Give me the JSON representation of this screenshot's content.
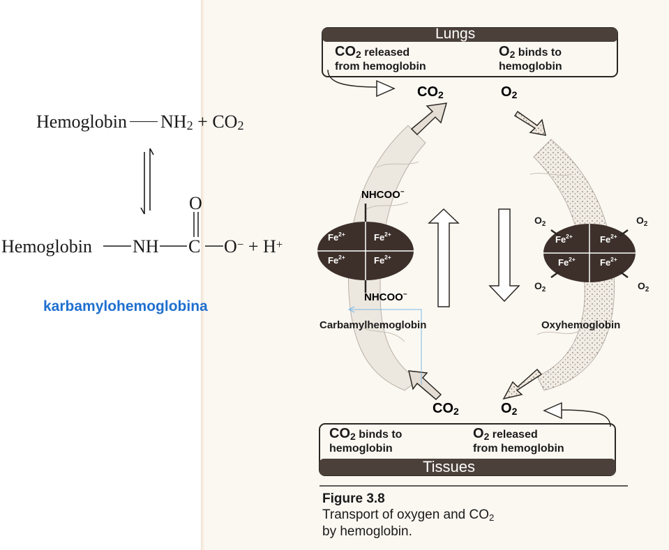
{
  "equation": {
    "top": {
      "molecule": "Hemoglobin",
      "amine": "NH",
      "amine_sub": "2",
      "plus": "+ CO",
      "co2_sub": "2"
    },
    "bottom": {
      "molecule": "Hemoglobin",
      "nh": "NH",
      "carbon": "C",
      "oxygen_top": "O",
      "o_minus": "O",
      "minus": "−",
      "plus_h": "+ H",
      "h_charge": "+"
    },
    "label": "karbamylohemoglobina",
    "label_color": "#1f6fcf"
  },
  "figure": {
    "lungs": {
      "title": "Lungs",
      "left_line1_a": "CO",
      "left_line1_sub": "2",
      "left_line1_b": " released",
      "left_line2": "from hemoglobin",
      "right_line1_a": "O",
      "right_line1_sub": "2",
      "right_line1_b": " binds to",
      "right_line2": "hemoglobin"
    },
    "top_co2": "CO",
    "top_co2_sub": "2",
    "top_o2": "O",
    "top_o2_sub": "2",
    "carb": {
      "group_top": "NHCOO",
      "group_top_charge": "−",
      "group_bottom": "NHCOO",
      "group_bottom_charge": "−",
      "fe": [
        "Fe",
        "Fe",
        "Fe",
        "Fe"
      ],
      "fe_charge": "2+",
      "name": "Carbamylhemoglobin"
    },
    "oxy": {
      "o2": [
        "O",
        "O",
        "O",
        "O"
      ],
      "o2_sub": "2",
      "fe": [
        "Fe",
        "Fe",
        "Fe",
        "Fe"
      ],
      "fe_charge": "2+",
      "name": "Oxyhemoglobin"
    },
    "bottom_co2": "CO",
    "bottom_co2_sub": "2",
    "bottom_o2": "O",
    "bottom_o2_sub": "2",
    "tissues": {
      "title": "Tissues",
      "left_line1_a": "CO",
      "left_line1_sub": "2",
      "left_line1_b": " binds to",
      "left_line2": "hemoglobin",
      "right_line1_a": "O",
      "right_line1_sub": "2",
      "right_line1_b": " released",
      "right_line2": "from hemoglobin"
    },
    "caption": {
      "title": "Figure 3.8",
      "line1_a": "Transport of oxygen and CO",
      "line1_sub": "2",
      "line2": "by hemoglobin."
    },
    "colors": {
      "dark_box": "#4b403a",
      "hemoglobin": "#3d302a",
      "vessel": "#ebe6de",
      "line": "#2b2622"
    }
  }
}
